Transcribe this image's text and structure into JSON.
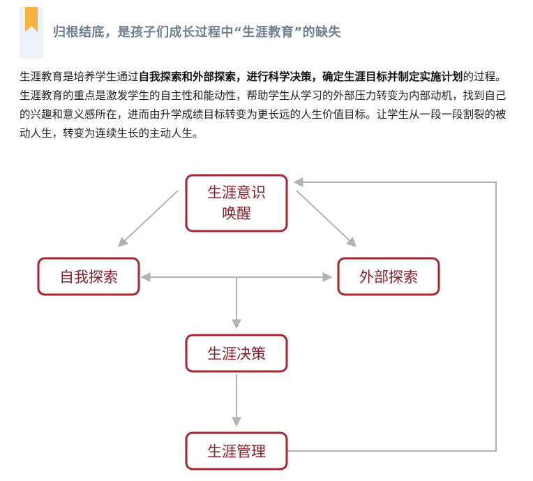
{
  "header": {
    "title": "归根结底，是孩子们成长过程中“生涯教育”的缺失"
  },
  "paragraph": {
    "part1": "生涯教育是培养学生通过",
    "bold1": "自我探索和外部探索，进行科学决策，确定生涯目标并制定实施计划",
    "part2": "的过程。生涯教育的重点是激发学生的自主性和能动性，帮助学生从学习的外部压力转变为内部动机，找到自己的兴趣和意义感所在，进而由升学成绩目标转变为更长远的人生价值目标。让学生从一段一段割裂的被动人生，转变为连续生长的主动人生。"
  },
  "diagram": {
    "nodes": {
      "awareness_line1": "生涯意识",
      "awareness_line2": "唤醒",
      "self": "自我探索",
      "external": "外部探索",
      "decision": "生涯决策",
      "management": "生涯管理"
    }
  },
  "colors": {
    "node_border": "#a82431",
    "node_text": "#8b1e28",
    "arrow": "#b2b2b2",
    "title": "#6f7d92",
    "bookmark": "#f4b43e",
    "header_bg": "#edf2fa"
  }
}
